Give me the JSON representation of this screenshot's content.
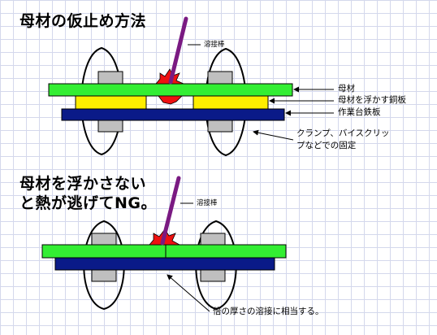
{
  "section1": {
    "title": "母材の仮止め方法",
    "rod_label": "溶接棒",
    "labels": {
      "base_metal": "母材",
      "copper_plate": "母材を浮かす銅板",
      "table_plate": "作業台鉄板",
      "clamp_line1": "クランプ、バイスクリッ",
      "clamp_line2": "プなどでの固定"
    }
  },
  "section2": {
    "title_line1": "母材を浮かさない",
    "title_line2": "と熱が逃げてNG。",
    "rod_label": "溶接棒",
    "note": "倍の厚さの溶接に相当する。"
  },
  "colors": {
    "base_metal": "#33ee33",
    "copper": "#ffee00",
    "table": "#0a1a88",
    "clamp": "#bfbfbf",
    "rod": "#7a1a82",
    "spark": "#ee1111",
    "grid": "#d4d8ec"
  }
}
